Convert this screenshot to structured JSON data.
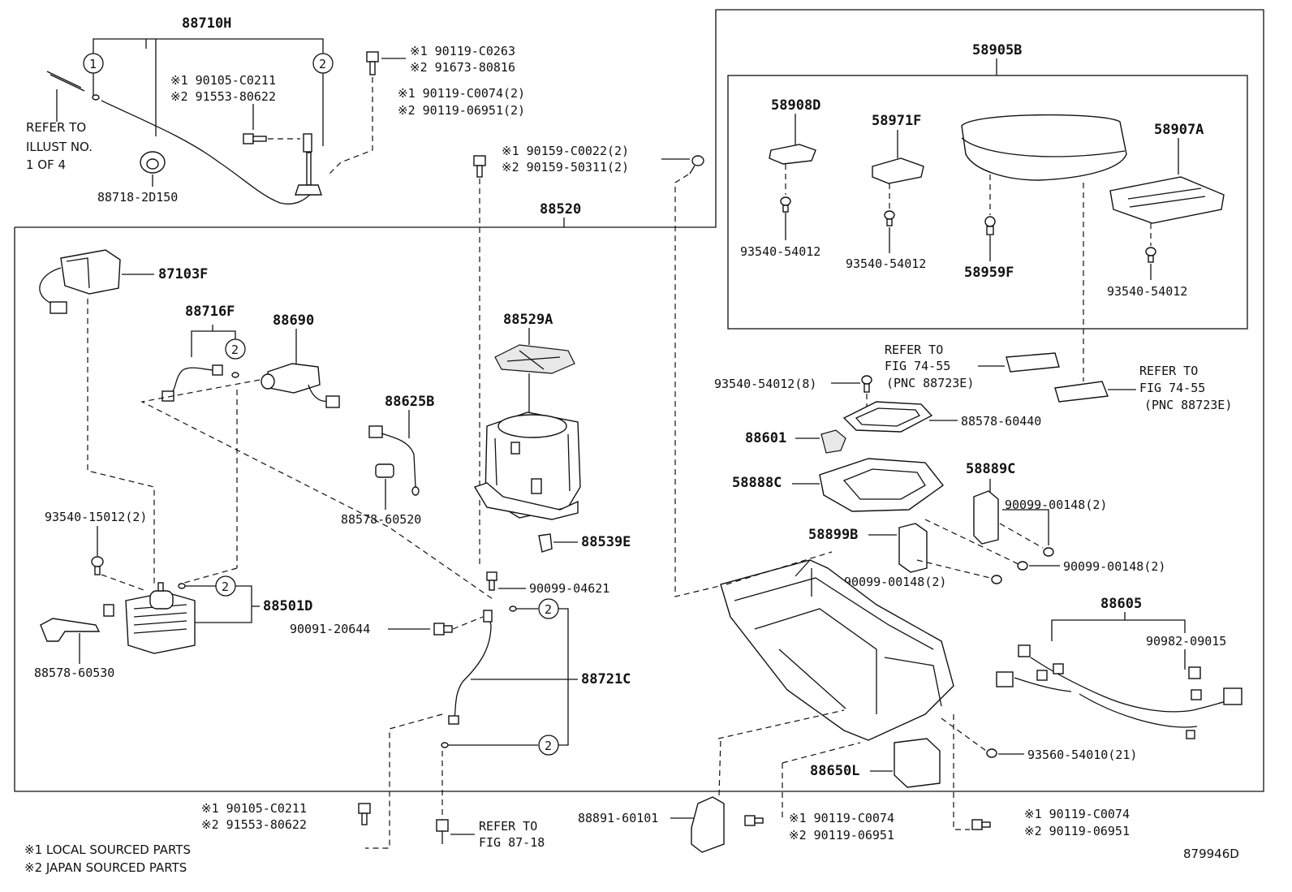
{
  "diagram_id": "879946D",
  "legend": {
    "local": "※1 LOCAL SOURCED PARTS",
    "japan": "※2 JAPAN SOURCED PARTS"
  },
  "labels": {
    "p88710H": "88710H",
    "refer_illust_1": "REFER TO",
    "refer_illust_2": "ILLUST NO.",
    "refer_illust_3": "1 OF 4",
    "p88718": "88718-2D150",
    "bolt1_a": "※1 90105-C0211",
    "bolt1_b": "※2 91553-80622",
    "bolt2_a": "※1 90119-C0263",
    "bolt2_b": "※2 91673-80816",
    "bolt3_a": "※1 90119-C0074(2)",
    "bolt3_b": "※2 90119-06951(2)",
    "bolt4_a": "※1 90159-C0022(2)",
    "bolt4_b": "※2 90159-50311(2)",
    "p88520": "88520",
    "p87103F": "87103F",
    "p88716F": "88716F",
    "p88690": "88690",
    "p88529A": "88529A",
    "p88625B": "88625B",
    "p88578_60520": "88578-60520",
    "p88539E": "88539E",
    "p93540_15012": "93540-15012(2)",
    "p90099_04621": "90099-04621",
    "p88501D": "88501D",
    "p90091": "90091-20644",
    "p88578_60530": "88578-60530",
    "p88721C": "88721C",
    "bolt5_a": "※1 90105-C0211",
    "bolt5_b": "※2 91553-80622",
    "refer_87_1": "REFER TO",
    "refer_87_2": "FIG 87-18",
    "p88891": "88891-60101",
    "bolt6_a": "※1 90119-C0074",
    "bolt6_b": "※2 90119-06951",
    "bolt7_a": "※1 90119-C0074",
    "bolt7_b": "※2 90119-06951",
    "p58905B": "58905B",
    "p58908D": "58908D",
    "p58971F": "58971F",
    "p58907A": "58907A",
    "p93540_a": "93540-54012",
    "p93540_b": "93540-54012",
    "p58959F": "58959F",
    "p93540_c": "93540-54012",
    "refer_74_a1": "REFER TO",
    "refer_74_a2": "FIG 74-55",
    "refer_74_a3": "(PNC 88723E)",
    "refer_74_b1": "REFER TO",
    "refer_74_b2": "FIG 74-55",
    "refer_74_b3": "(PNC 88723E)",
    "p93540_8": "93540-54012(8)",
    "p88578_60440": "88578-60440",
    "p88601": "88601",
    "p58889C": "58889C",
    "p58888C": "58888C",
    "p90099_148a": "90099-00148(2)",
    "p58899B": "58899B",
    "p90099_148b": "90099-00148(2)",
    "p90099_148c": "90099-00148(2)",
    "p88605": "88605",
    "p90982": "90982-09015",
    "p93560": "93560-54010(21)",
    "p88650L": "88650L",
    "c1": "1",
    "c2": "2"
  }
}
